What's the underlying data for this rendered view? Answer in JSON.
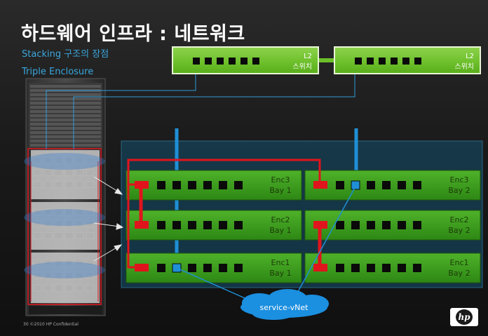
{
  "title": "하드웨어 인프라 : 네트워크",
  "subtitles": [
    "Stacking 구조의 장점",
    "Triple Enclosure"
  ],
  "switches": [
    {
      "label": "L2\n스위치"
    },
    {
      "label": "L2\n스위치"
    }
  ],
  "enclosures": [
    {
      "enc": "Enc3",
      "bay": "Bay 1"
    },
    {
      "enc": "Enc3",
      "bay": "Bay 2"
    },
    {
      "enc": "Enc2",
      "bay": "Bay 1"
    },
    {
      "enc": "Enc2",
      "bay": "Bay 2"
    },
    {
      "enc": "Enc1",
      "bay": "Bay 1"
    },
    {
      "enc": "Enc1",
      "bay": "Bay 2"
    }
  ],
  "cloud_label": "service-vNet",
  "footer": "30   ©2010  HP Confidential",
  "logo": "hp",
  "colors": {
    "switch_green": "#6cbf2a",
    "module_green": "#3a9a1c",
    "stack_red": "#e0141c",
    "uplink_blue": "#1f8fd6",
    "panel_blue": "#14506e",
    "title_blue": "#3aa6dd"
  },
  "icons": [
    "rack-enclosure-image",
    "hp-logo-icon",
    "cloud-icon"
  ]
}
